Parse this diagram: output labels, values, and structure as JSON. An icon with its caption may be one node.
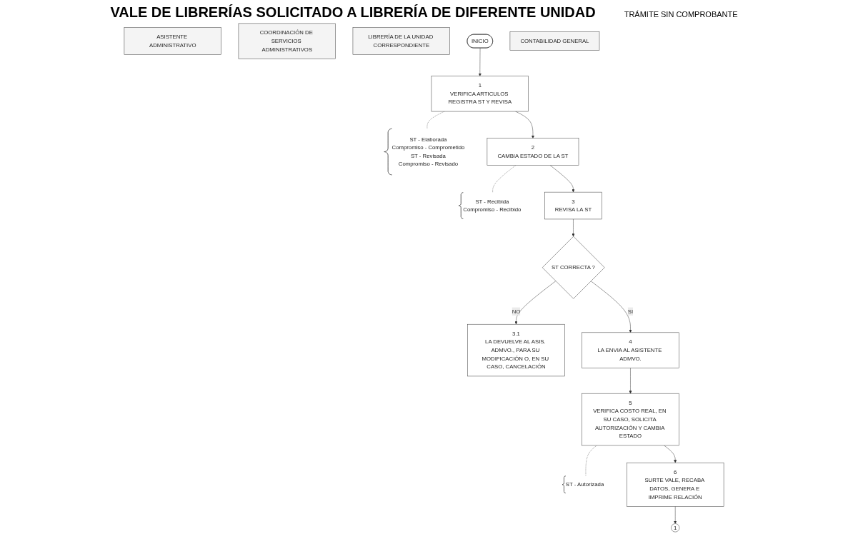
{
  "diagram": {
    "title": "VALE DE LIBRERÍAS SOLICITADO A LIBRERÍA DE DIFERENTE UNIDAD",
    "nodes": [
      {
        "text": [
          "ASISTENTE ADMINISTRATIVO"
        ]
      },
      {
        "text": [
          "COORDINACIÓN DE SERVICIOS ADMINISTRATIVOS"
        ]
      },
      {
        "text": [
          "LIBRERÍA DE LA UNIDAD CORRESPONDIENTE"
        ]
      },
      {
        "text": [
          "INICIO"
        ]
      },
      {
        "text": [
          "1",
          "VERIFICA ARTICULOS REGISTRA ST Y REVISA"
        ]
      },
      {
        "text": [
          "ST - Elaborada",
          "Compromiso - Comprometido",
          "ST - Revisada",
          "Compromiso - Revisado"
        ]
      },
      {
        "text": [
          "2",
          "CAMBIA ESTADO DE LA ST"
        ]
      },
      {
        "text": [
          "ST - Recibida",
          "Compromiso - Recibido"
        ]
      },
      {
        "text": [
          "3",
          "REVISA LA ST"
        ]
      },
      {
        "text": [
          "ST CORRECTA ?"
        ]
      },
      {
        "text": [
          "3.1",
          "LA DEVUELVE AL ASIS. ADMVO., PARA SU MODIFICACIÓN O, EN SU CASO, CANCELACIÓN"
        ]
      },
      {
        "text": [
          "4",
          "LA ENVIA AL ASISTENTE ADMVO."
        ]
      },
      {
        "text": [
          "5",
          "VERIFICA COSTO REAL, EN SU CASO, SOLICITA AUTORIZACIÓN Y CAMBIA ESTADO"
        ]
      },
      {
        "text": [
          "ST - Autorizada"
        ]
      },
      {
        "text": [
          "6",
          "SURTE VALE, RECABA DATOS, GENERA E IMPRIME RELACIÓN"
        ]
      },
      {
        "text": [
          "1"
        ]
      },
      {
        "text": [
          "CONTABILIDAD GENERAL"
        ]
      }
    ],
    "edges": [
      {
        "from": 3,
        "to": 4,
        "arrow": "to"
      },
      {
        "from": 4,
        "to": 5,
        "arrow": "none",
        "style": "dashed"
      },
      {
        "from": 4,
        "to": 6,
        "arrow": "to"
      },
      {
        "from": 6,
        "to": 7,
        "arrow": "none",
        "style": "dashed"
      },
      {
        "from": 6,
        "to": 8,
        "arrow": "to"
      },
      {
        "from": 8,
        "to": 9,
        "arrow": "to"
      },
      {
        "from": 9,
        "to": 10,
        "arrow": "to",
        "label": "NO"
      },
      {
        "from": 9,
        "to": 11,
        "arrow": "to",
        "label": "SI"
      },
      {
        "from": 11,
        "to": 12,
        "arrow": "to"
      },
      {
        "from": 12,
        "to": 13,
        "arrow": "none",
        "style": "dashed"
      },
      {
        "from": 12,
        "to": 14,
        "arrow": "to"
      },
      {
        "from": 14,
        "to": 15,
        "arrow": "to"
      }
    ],
    "labels": [
      "TRÁMITE SIN COMPROBANTE"
    ]
  }
}
